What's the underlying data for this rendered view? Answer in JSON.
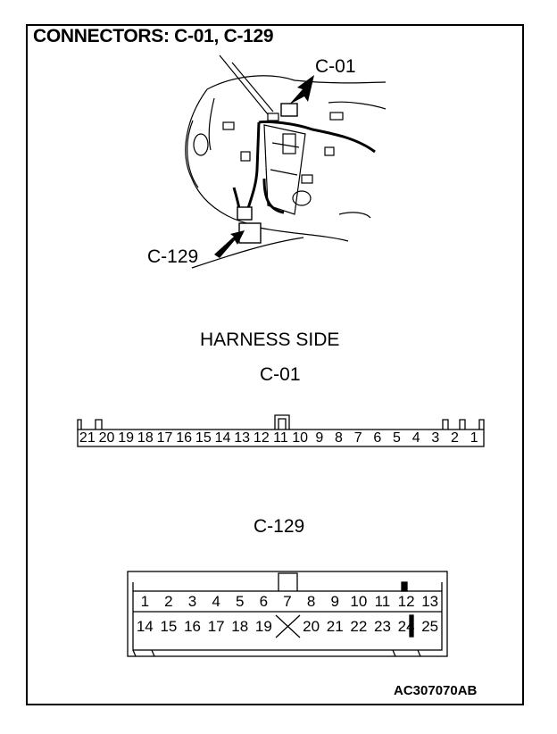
{
  "title": "CONNECTORS: C-01, C-129",
  "callouts": {
    "c01": "C-01",
    "c129": "C-129"
  },
  "harness_side": "HARNESS SIDE",
  "c01": {
    "label": "C-01",
    "pins": [
      "21",
      "20",
      "19",
      "18",
      "17",
      "16",
      "15",
      "14",
      "13",
      "12",
      "11",
      "10",
      "9",
      "8",
      "7",
      "6",
      "5",
      "4",
      "3",
      "2",
      "1"
    ]
  },
  "c129": {
    "label": "C-129",
    "row1": [
      "1",
      "2",
      "3",
      "4",
      "5",
      "6",
      "7",
      "8",
      "9",
      "10",
      "11",
      "12",
      "13"
    ],
    "row2": [
      "14",
      "15",
      "16",
      "17",
      "18",
      "19",
      "",
      "20",
      "21",
      "22",
      "23",
      "24",
      "25"
    ]
  },
  "figure_code": "AC307070AB"
}
